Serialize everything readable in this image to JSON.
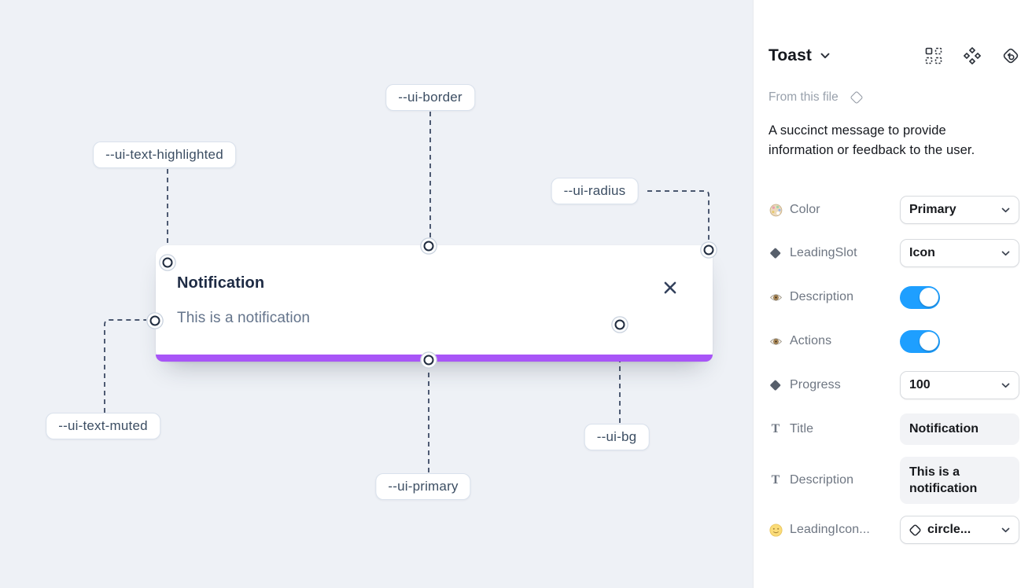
{
  "canvas": {
    "toast": {
      "title": "Notification",
      "description": "This is a notification"
    },
    "annotations": [
      {
        "label": "--ui-text-highlighted"
      },
      {
        "label": "--ui-border"
      },
      {
        "label": "--ui-radius"
      },
      {
        "label": "--ui-text-muted"
      },
      {
        "label": "--ui-primary"
      },
      {
        "label": "--ui-bg"
      }
    ]
  },
  "panel": {
    "title": "Toast",
    "source_label": "From this file",
    "description": "A succinct message to provide information or feedback to the user.",
    "icons": [
      "variants-grid-icon",
      "component-icon",
      "swap-instance-icon"
    ],
    "rows": {
      "color": {
        "label": "Color",
        "value": "Primary"
      },
      "leading_slot": {
        "label": "LeadingSlot",
        "value": "Icon"
      },
      "description_toggle": {
        "label": "Description",
        "state": "on"
      },
      "actions_toggle": {
        "label": "Actions",
        "state": "on"
      },
      "progress": {
        "label": "Progress",
        "value": "100"
      },
      "title": {
        "label": "Title",
        "value": "Notification"
      },
      "description_text": {
        "label": "Description",
        "value": "This is a notification"
      },
      "leading_icon": {
        "label": "LeadingIcon...",
        "value": "circle..."
      }
    }
  },
  "colors": {
    "primary": "#a855f7",
    "toggle_on": "#1e9fff",
    "canvas_bg": "#eef1f6",
    "annotation_ink": "#33415c"
  }
}
